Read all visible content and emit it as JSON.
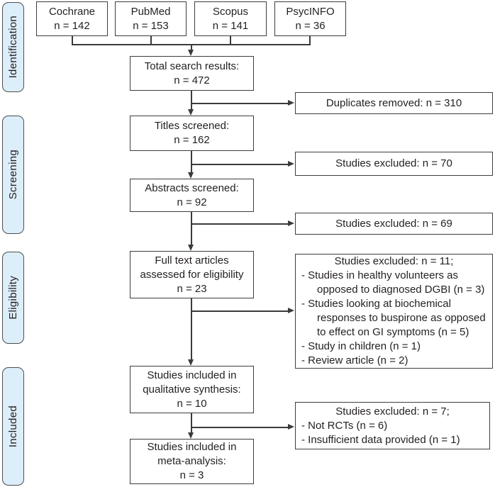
{
  "stages": [
    {
      "label": "Identification"
    },
    {
      "label": "Screening"
    },
    {
      "label": "Eligibility"
    },
    {
      "label": "Included"
    }
  ],
  "sources": [
    {
      "name": "Cochrane",
      "count": "n = 142"
    },
    {
      "name": "PubMed",
      "count": "n = 153"
    },
    {
      "name": "Scopus",
      "count": "n = 141"
    },
    {
      "name": "PsycINFO",
      "count": "n = 36"
    }
  ],
  "flow": {
    "total": {
      "lines": [
        "Total search results:",
        "n = 472"
      ]
    },
    "titles": {
      "lines": [
        "Titles screened:",
        "n = 162"
      ]
    },
    "abstracts": {
      "lines": [
        "Abstracts screened:",
        "n = 92"
      ]
    },
    "fulltext": {
      "lines": [
        "Full text articles",
        "assessed for eligibility",
        "n = 23"
      ]
    },
    "qualitative": {
      "lines": [
        "Studies included in",
        "qualitative synthesis:",
        "n = 10"
      ]
    },
    "meta": {
      "lines": [
        "Studies included in",
        "meta-analysis:",
        "n = 3"
      ]
    }
  },
  "exclusions": {
    "duplicates": {
      "text": "Duplicates removed: n = 310"
    },
    "titles": {
      "text": "Studies excluded: n = 70"
    },
    "abstracts": {
      "text": "Studies excluded: n = 69"
    },
    "fulltext": {
      "title": "Studies excluded: n = 11;",
      "lines": [
        "- Studies in healthy volunteers as",
        "opposed to diagnosed DGBI (n = 3)",
        "- Studies looking at biochemical",
        "responses to buspirone as opposed",
        "to effect on GI symptoms (n = 5)",
        "- Study in children (n = 1)",
        "- Review article (n = 2)"
      ]
    },
    "qualitative": {
      "title": "Studies excluded: n = 7;",
      "lines": [
        "- Not RCTs (n = 6)",
        "- Insufficient data provided (n = 1)"
      ]
    }
  },
  "colors": {
    "stage_fill": "#ddeefb",
    "stage_border": "#4c4d4f",
    "box_border": "#403c3b",
    "line": "#3e3a39",
    "text": "#231f20",
    "background": "#ffffff"
  }
}
